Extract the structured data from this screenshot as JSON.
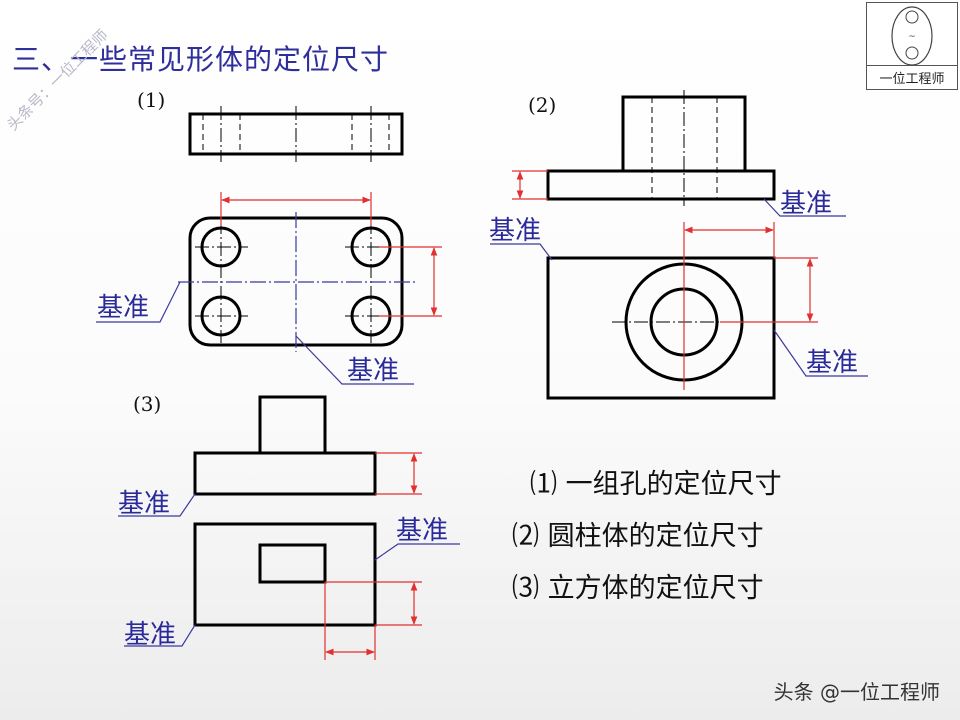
{
  "title": "三、一些常见形体的定位尺寸",
  "figures": [
    {
      "label": "(1)"
    },
    {
      "label": "(2)"
    },
    {
      "label": "(3)"
    }
  ],
  "datum_labels": {
    "fig1_left": "基准",
    "fig1_bottom": "基准",
    "fig2_top_right": "基准",
    "fig2_left": "基准",
    "fig2_right": "基准",
    "fig3_left_top": "基准",
    "fig3_right": "基准",
    "fig3_left_bottom": "基准"
  },
  "captions": [
    {
      "num": "⑴",
      "text": "一组孔的定位尺寸"
    },
    {
      "num": "⑵",
      "text": "圆柱体的定位尺寸"
    },
    {
      "num": "⑶",
      "text": "立方体的定位尺寸"
    }
  ],
  "logo": {
    "text": "一位工程师"
  },
  "watermarks": {
    "side": "头条号：一位工程师",
    "bottom": "头条 @一位工程师"
  },
  "colors": {
    "outline": "#000000",
    "dimension": "#e03030",
    "datum_text": "#2a2a9a",
    "leader": "#3a3aa0"
  }
}
